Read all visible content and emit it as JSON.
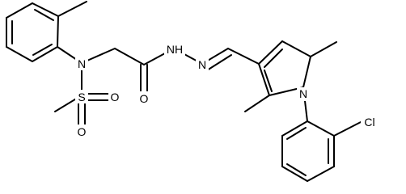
{
  "atoms": {
    "n_sulfonamide": "N",
    "s_sulfonyl": "S",
    "o_sulfonyl_right": "O",
    "o_sulfonyl_bottom": "O",
    "o_carbonyl": "O",
    "n_hydrazide_nh": "NH",
    "n_hydrazone": "N",
    "n_pyrrole": "N",
    "cl": "Cl"
  },
  "colors": {
    "bond": "#000000",
    "label": "#000000",
    "background": "#ffffff"
  }
}
